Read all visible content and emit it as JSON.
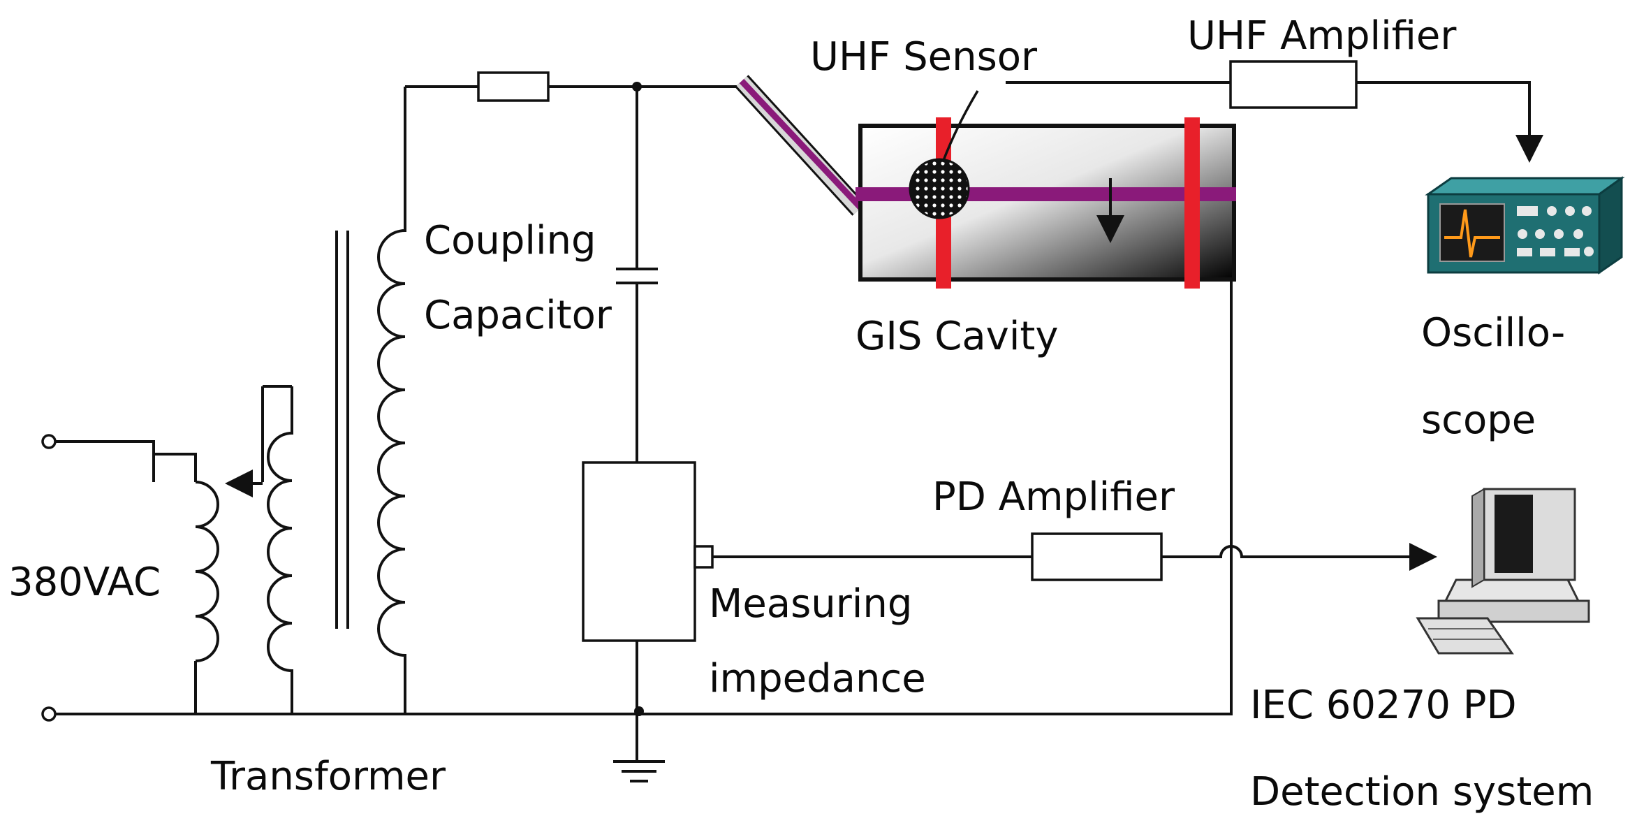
{
  "labels": {
    "uhf_sensor": "UHF Sensor",
    "uhf_amplifier": "UHF Amplifier",
    "coupling_line1": "Coupling",
    "coupling_line2": "Capacitor",
    "gis_cavity": "GIS Cavity",
    "oscilloscope_line1": "Oscillo-",
    "oscilloscope_line2": "scope",
    "pd_amplifier": "PD Amplifier",
    "measuring_line1": "Measuring",
    "measuring_line2": "impedance",
    "supply": "380VAC",
    "transformer": "Transformer",
    "iec_line1": "IEC 60270 PD",
    "iec_line2": "Detection system"
  },
  "colors": {
    "wire": "#111111",
    "conductor": "#8a1a7a",
    "flange": "#e8202a",
    "oscilloscope_body": "#1f6f72",
    "oscilloscope_screen": "#ff9a1a"
  },
  "icons": {
    "oscilloscope": "oscilloscope-icon",
    "computer": "computer-icon",
    "ground": "ground-icon"
  }
}
